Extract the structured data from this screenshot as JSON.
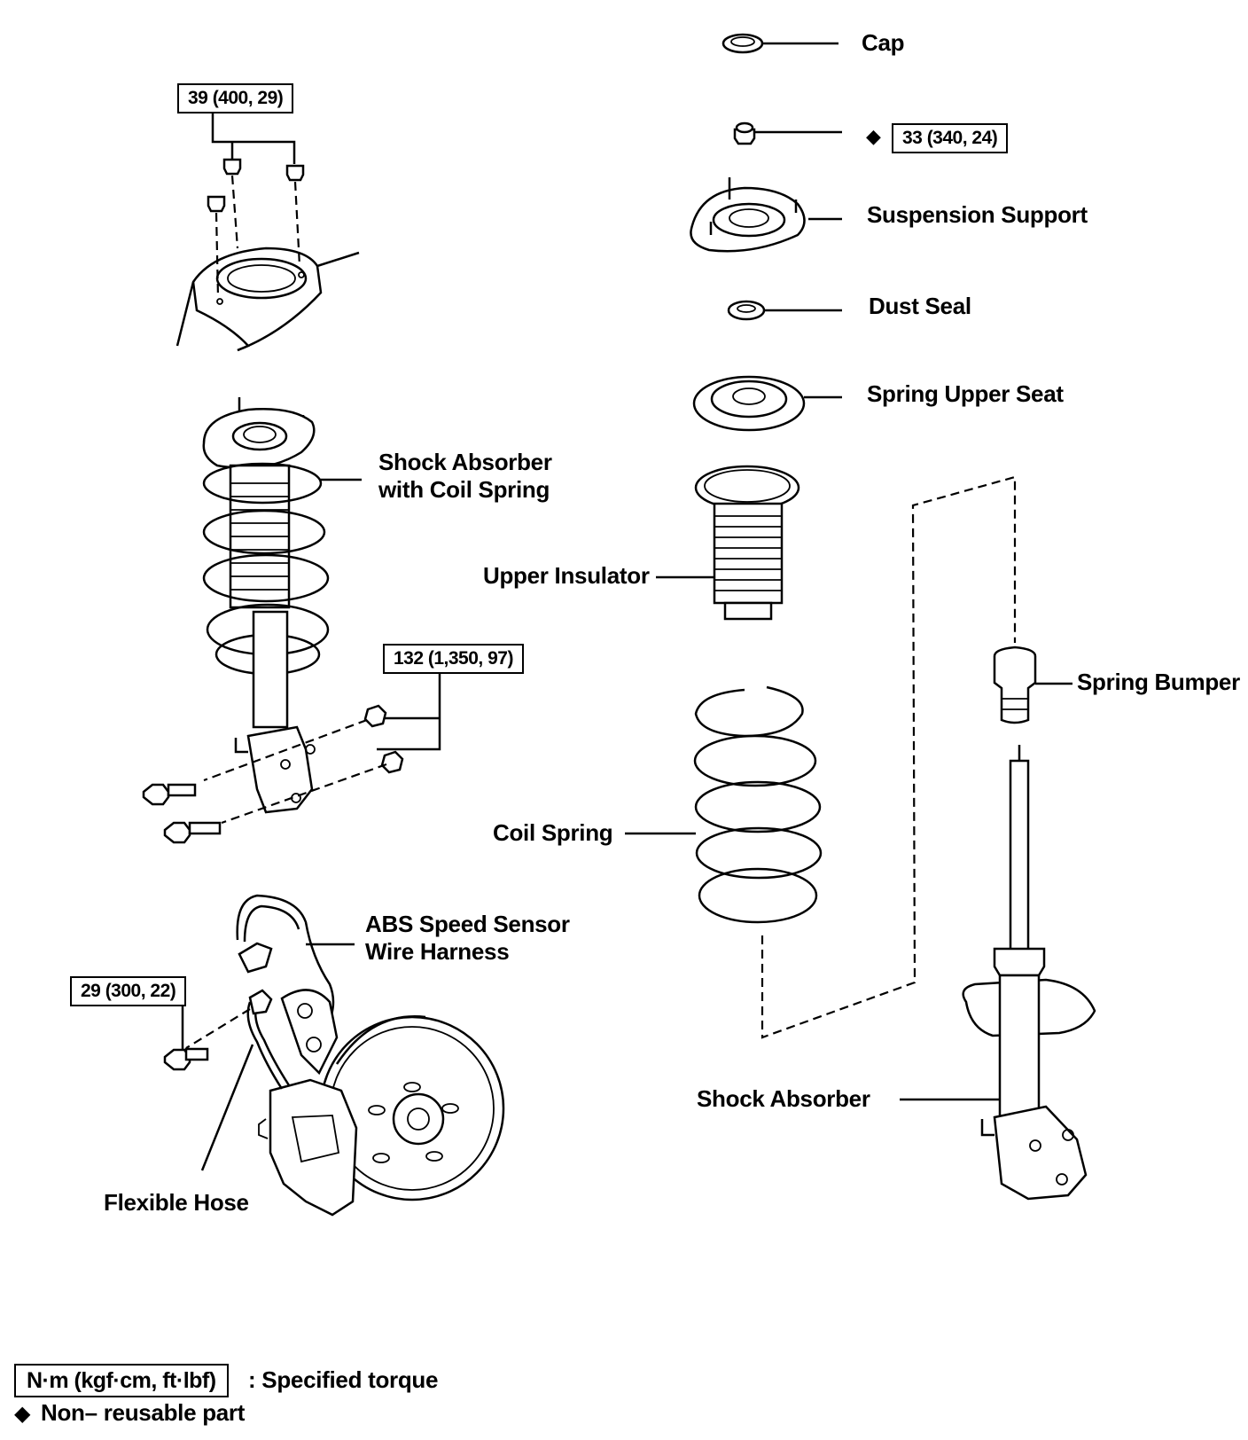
{
  "torque": {
    "support_nuts": "39 (400, 29)",
    "support_center_nut": "33 (340, 24)",
    "knuckle_bolts": "132 (1,350, 97)",
    "hose_bolt": "29 (300, 22)"
  },
  "labels": {
    "cap": "Cap",
    "suspension_support": "Suspension Support",
    "dust_seal": "Dust Seal",
    "spring_upper_seat": "Spring Upper Seat",
    "shock_coil_line1": "Shock Absorber",
    "shock_coil_line2": "with Coil Spring",
    "upper_insulator": "Upper Insulator",
    "spring_bumper": "Spring Bumper",
    "coil_spring": "Coil Spring",
    "abs_line1": "ABS Speed Sensor",
    "abs_line2": "Wire Harness",
    "flexible_hose": "Flexible Hose",
    "shock_absorber": "Shock Absorber"
  },
  "legend": {
    "unit_box": "N·m (kgf·cm, ft·lbf)",
    "unit_text": ": Specified torque",
    "nonreusable_symbol": "◆",
    "nonreusable_text": "Non– reusable part"
  },
  "symbols": {
    "nonreusable_marker": "◆"
  }
}
